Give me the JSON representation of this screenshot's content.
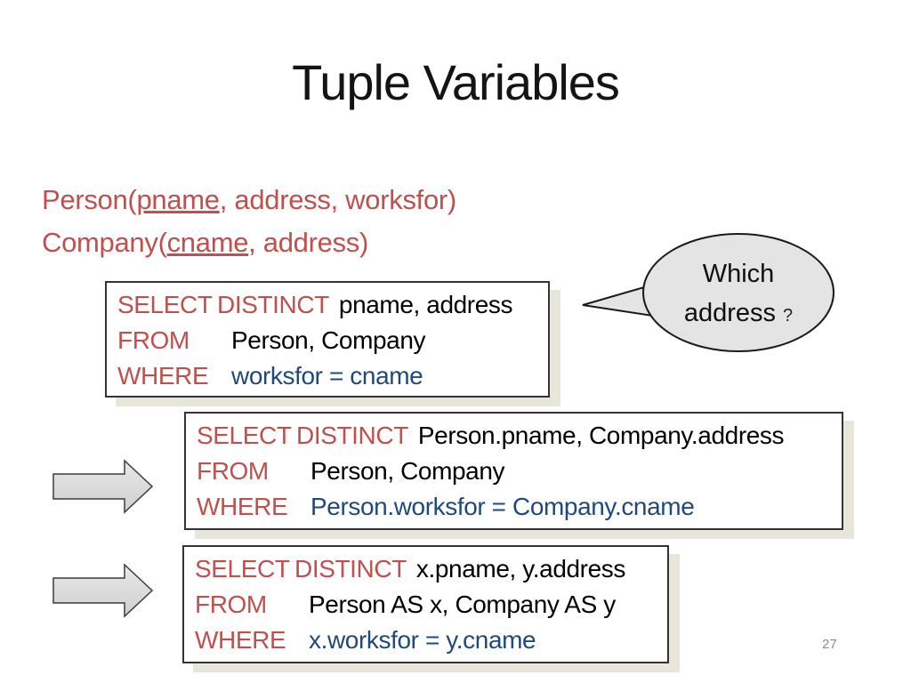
{
  "title": "Tuple Variables",
  "page_number": "27",
  "schema": {
    "line1": {
      "prefix": "Person(",
      "key": "pname",
      "suffix": ", address, worksfor)"
    },
    "line2": {
      "prefix": "Company(",
      "key": "cname",
      "suffix": ", address)"
    }
  },
  "bubble": {
    "line1": "Which",
    "line2": "address",
    "qmark": "?"
  },
  "queries": [
    {
      "select_kw": "SELECT",
      "distinct_kw": "DISTINCT",
      "select_args": "pname, address",
      "from_kw": "FROM",
      "from_args": "Person, Company",
      "where_kw": "WHERE",
      "where_cond": "worksfor = cname"
    },
    {
      "select_kw": "SELECT",
      "distinct_kw": "DISTINCT",
      "select_args": "Person.pname, Company.address",
      "from_kw": "FROM",
      "from_args": "Person, Company",
      "where_kw": "WHERE",
      "where_cond": "Person.worksfor = Company.cname"
    },
    {
      "select_kw": "SELECT",
      "distinct_kw": "DISTINCT",
      "select_args": "x.pname, y.address",
      "from_kw": "FROM",
      "from_args": "Person AS x, Company AS y",
      "where_kw": "WHERE",
      "where_cond": "x.worksfor = y.cname"
    }
  ],
  "colors": {
    "keyword_red": "#c0504d",
    "schema_red": "#c0504d",
    "condition_blue": "#1f497d",
    "body_black": "#000000",
    "bubble_fill": "#e4e4e4",
    "arrow_fill": "#d9d9d9",
    "box_shadow": "#e8e5d9",
    "page_number_gray": "#8c8c8c"
  }
}
